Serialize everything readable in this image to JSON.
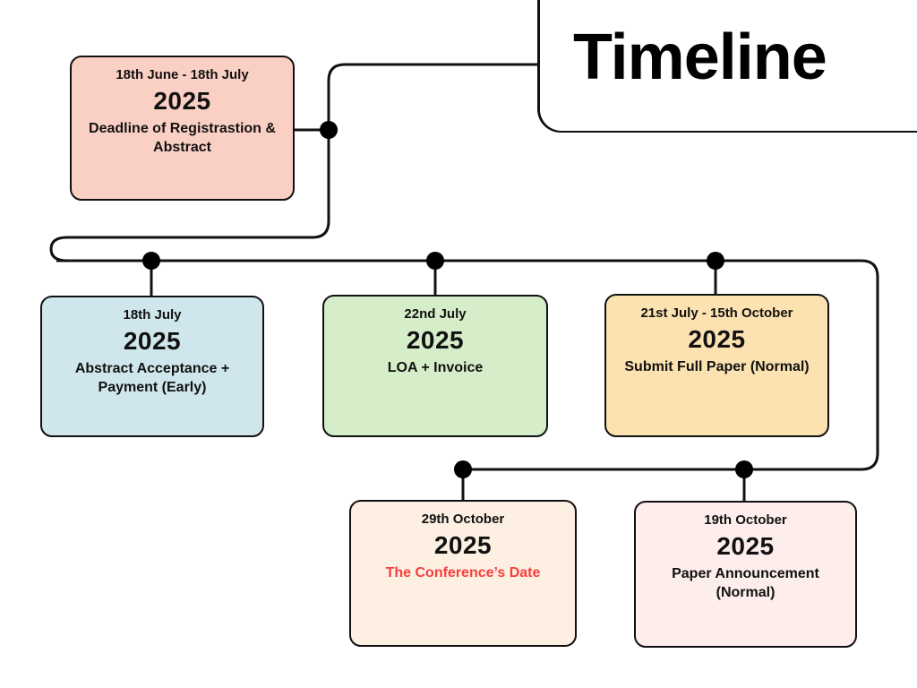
{
  "header": {
    "title": "Timeline"
  },
  "colors": {
    "line": "#111111",
    "dot": "#000000",
    "accent_text": "#F93D3D",
    "card_registration": "#FBD0C4",
    "card_abstract": "#CFE7EC",
    "card_loa": "#D6EDC9",
    "card_fullpaper": "#FCE2B0",
    "card_conference": "#FDF0E2",
    "card_announcement": "#FDEDEB"
  },
  "milestones": [
    {
      "id": "registration",
      "date": "18th June - 18th July",
      "year": "2025",
      "description": "Deadline of Registrastion & Abstract",
      "color": "#FBD0C4",
      "accent": false
    },
    {
      "id": "abstract",
      "date": "18th July",
      "year": "2025",
      "description": "Abstract Acceptance + Payment (Early)",
      "color": "#CFE7EC",
      "accent": false
    },
    {
      "id": "loa",
      "date": "22nd July",
      "year": "2025",
      "description": "LOA + Invoice",
      "color": "#D6EDC9",
      "accent": false
    },
    {
      "id": "fullpaper",
      "date": "21st July - 15th October",
      "year": "2025",
      "description": "Submit Full Paper (Normal)",
      "color": "#FCE2B0",
      "accent": false
    },
    {
      "id": "conference",
      "date": "29th October",
      "year": "2025",
      "description": "The Conference’s Date",
      "color": "#FDF0E2",
      "accent": true
    },
    {
      "id": "announcement",
      "date": "19th October",
      "year": "2025",
      "description": "Paper Announcement (Normal)",
      "color": "#FDEDEB",
      "accent": false
    }
  ]
}
